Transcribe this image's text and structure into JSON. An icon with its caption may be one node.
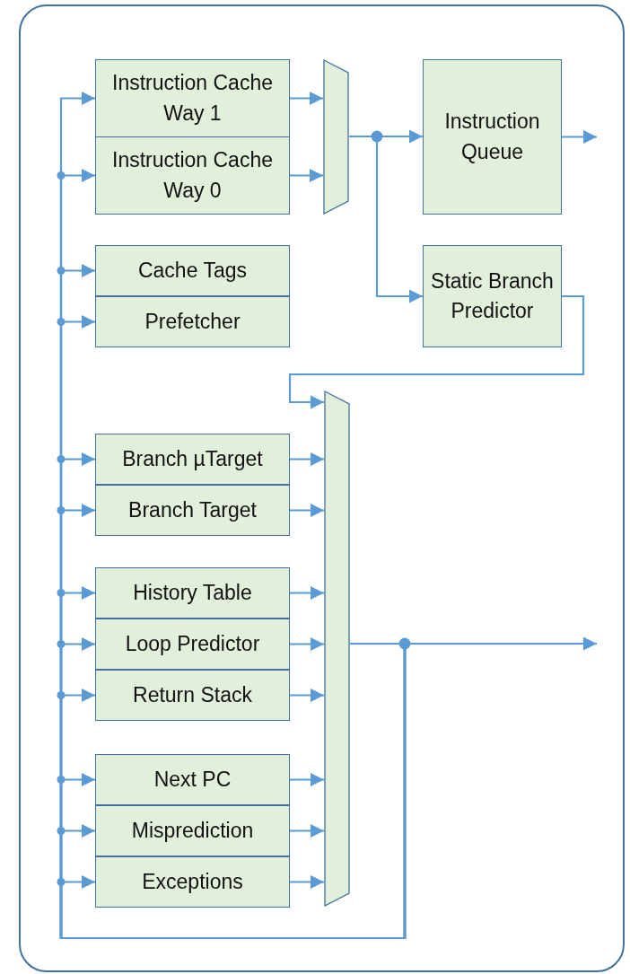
{
  "diagram": {
    "nodes": [
      {
        "text": [
          "Instruction Cache Way 1"
        ]
      },
      {
        "text": [
          "Instruction Cache Way 0"
        ]
      },
      {
        "text": [
          "Cache Tags"
        ]
      },
      {
        "text": [
          "Prefetcher"
        ]
      },
      {
        "text": [],
        "shape": "trapezoid"
      },
      {
        "text": [
          "Instruction Queue"
        ]
      },
      {
        "text": [
          "Static Branch Predictor"
        ]
      },
      {
        "text": [],
        "shape": "trapezoid"
      },
      {
        "text": [
          "Branch µTarget"
        ]
      },
      {
        "text": [
          "Branch Target"
        ]
      },
      {
        "text": [
          "History Table"
        ]
      },
      {
        "text": [
          "Loop Predictor"
        ]
      },
      {
        "text": [
          "Return Stack"
        ]
      },
      {
        "text": [
          "Next PC"
        ]
      },
      {
        "text": [
          "Misprediction"
        ]
      },
      {
        "text": [
          "Exceptions"
        ]
      }
    ],
    "edges": [
      {
        "from": 0,
        "to": 4,
        "arrow": "to"
      },
      {
        "from": 1,
        "to": 4,
        "arrow": "to"
      },
      {
        "from": 4,
        "to": 5,
        "arrow": "to"
      },
      {
        "from": 4,
        "to": 6,
        "arrow": "to"
      },
      {
        "from": 5,
        "to": null,
        "arrow": "to"
      },
      {
        "from": 6,
        "to": 7,
        "arrow": "to"
      },
      {
        "from": 8,
        "to": 7,
        "arrow": "to"
      },
      {
        "from": 9,
        "to": 7,
        "arrow": "to"
      },
      {
        "from": 10,
        "to": 7,
        "arrow": "to"
      },
      {
        "from": 11,
        "to": 7,
        "arrow": "to"
      },
      {
        "from": 12,
        "to": 7,
        "arrow": "to"
      },
      {
        "from": 13,
        "to": 7,
        "arrow": "to"
      },
      {
        "from": 14,
        "to": 7,
        "arrow": "to"
      },
      {
        "from": 15,
        "to": 7,
        "arrow": "to"
      },
      {
        "from": 7,
        "to": null,
        "arrow": "to"
      },
      {
        "from": 7,
        "to": 0,
        "arrow": "to"
      },
      {
        "from": 7,
        "to": 1,
        "arrow": "to"
      },
      {
        "from": 7,
        "to": 2,
        "arrow": "to"
      },
      {
        "from": 7,
        "to": 3,
        "arrow": "to"
      },
      {
        "from": 7,
        "to": 8,
        "arrow": "to"
      },
      {
        "from": 7,
        "to": 9,
        "arrow": "to"
      },
      {
        "from": 7,
        "to": 10,
        "arrow": "to"
      },
      {
        "from": 7,
        "to": 11,
        "arrow": "to"
      },
      {
        "from": 7,
        "to": 12,
        "arrow": "to"
      },
      {
        "from": 7,
        "to": 13,
        "arrow": "to"
      },
      {
        "from": 7,
        "to": 14,
        "arrow": "to"
      },
      {
        "from": 7,
        "to": 15,
        "arrow": "to"
      }
    ]
  }
}
